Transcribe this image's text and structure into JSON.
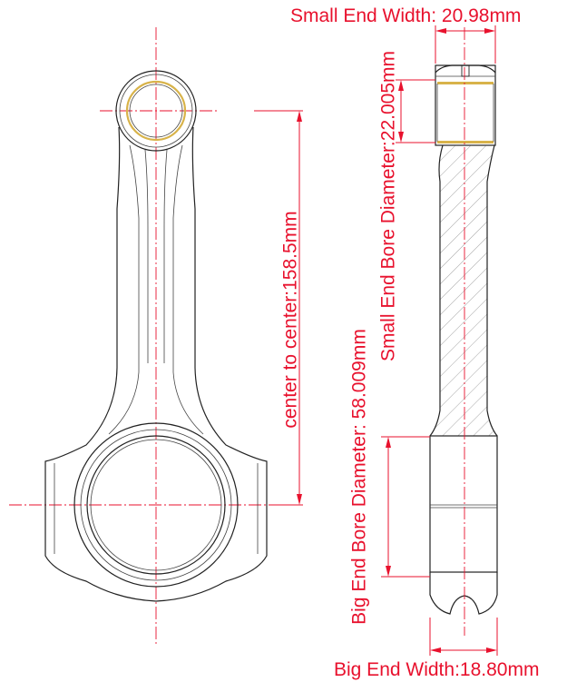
{
  "annotations": {
    "small_end_width": "Small End Width:  20.98mm",
    "small_end_bore": "Small End Bore Diameter:22.005mm",
    "center_to_center": "center to center:158.5mm",
    "big_end_bore": "Big End Bore Diameter: 58.009mm",
    "big_end_width": "Big End Width:18.80mm"
  },
  "colors": {
    "dimension": "#e8112d",
    "outline": "#222222",
    "bushing": "#d8b34a"
  }
}
